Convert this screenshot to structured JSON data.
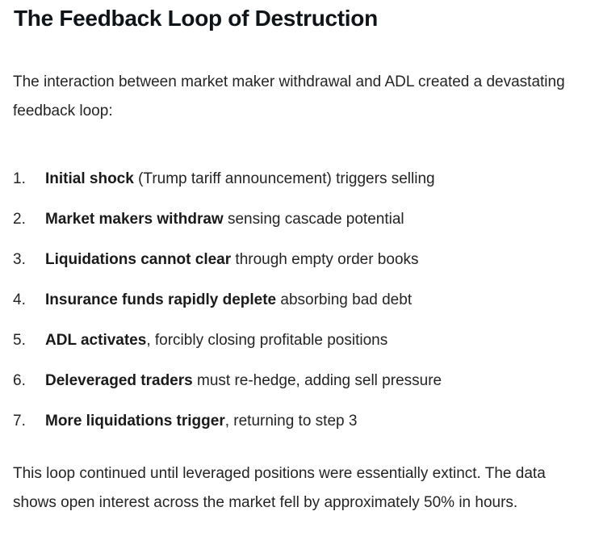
{
  "article": {
    "title": "The Feedback Loop of Destruction",
    "intro": "The interaction between market maker withdrawal and ADL created a devastating feedback loop:",
    "list": {
      "items": [
        {
          "number": "1.",
          "bold": "Initial shock",
          "rest": " (Trump tariff announcement) triggers selling"
        },
        {
          "number": "2.",
          "bold": "Market makers withdraw",
          "rest": " sensing cascade potential"
        },
        {
          "number": "3.",
          "bold": "Liquidations cannot clear",
          "rest": " through empty order books"
        },
        {
          "number": "4.",
          "bold": "Insurance funds rapidly deplete",
          "rest": " absorbing bad debt"
        },
        {
          "number": "5.",
          "bold": "ADL activates",
          "rest": ", forcibly closing profitable positions"
        },
        {
          "number": "6.",
          "bold": "Deleveraged traders",
          "rest": " must re-hedge, adding sell pressure"
        },
        {
          "number": "7.",
          "bold": "More liquidations trigger",
          "rest": ", returning to step 3"
        }
      ]
    },
    "closing": "This loop continued until leveraged positions were essentially extinct. The data shows open interest across the market fell by approximately 50% in hours."
  },
  "colors": {
    "background": "#ffffff",
    "title_text": "#0f1419",
    "body_text": "#242424"
  }
}
